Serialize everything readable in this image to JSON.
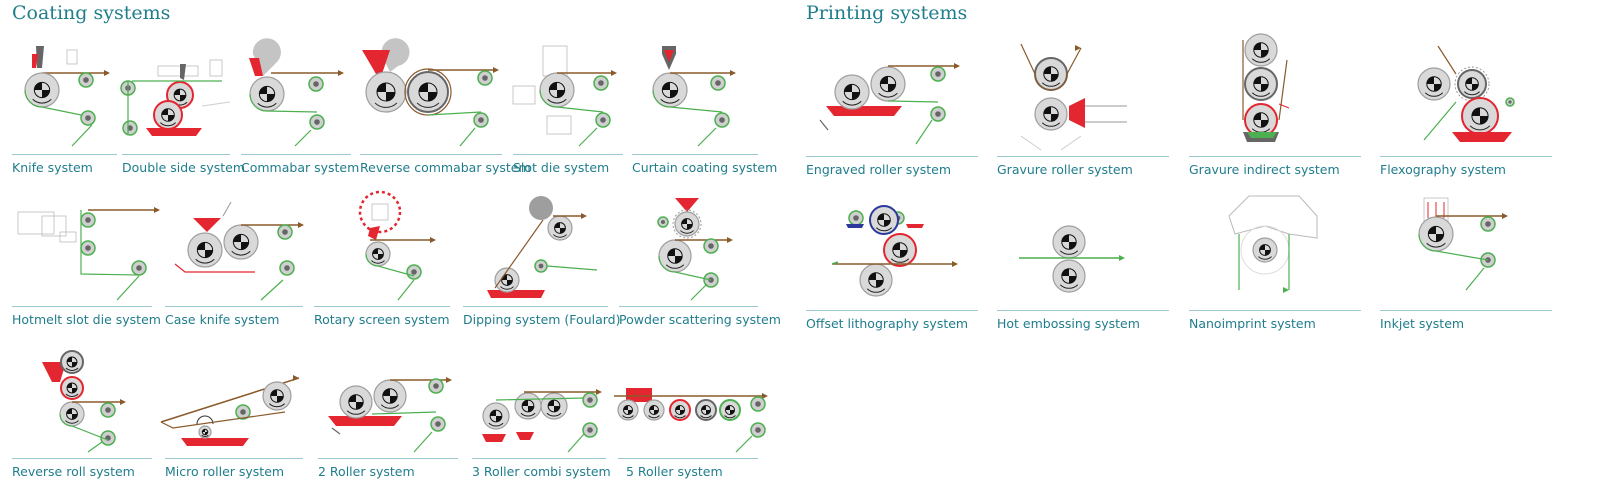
{
  "sections": [
    {
      "title": "Coating systems",
      "items": [
        {
          "label": "Knife system",
          "icon": "knife-system-icon",
          "kind": "knife"
        },
        {
          "label": "Double side system",
          "icon": "double-side-system-icon",
          "kind": "double"
        },
        {
          "label": "Commabar system",
          "icon": "commabar-system-icon",
          "kind": "comma"
        },
        {
          "label": "Reverse commabar system",
          "icon": "reverse-commabar-system-icon",
          "kind": "revcomma"
        },
        {
          "label": "Slot die system",
          "icon": "slot-die-system-icon",
          "kind": "slot"
        },
        {
          "label": "Curtain coating system",
          "icon": "curtain-coating-system-icon",
          "kind": "curtain"
        },
        {
          "label": "Hotmelt slot die system",
          "icon": "hotmelt-slot-die-system-icon",
          "kind": "hotmelt"
        },
        {
          "label": "Case knife system",
          "icon": "case-knife-system-icon",
          "kind": "caseknife"
        },
        {
          "label": "Rotary screen system",
          "icon": "rotary-screen-system-icon",
          "kind": "rotary"
        },
        {
          "label": "Dipping system (Foulard)",
          "icon": "dipping-system-icon",
          "kind": "dipping"
        },
        {
          "label": "Powder scattering system",
          "icon": "powder-scattering-system-icon",
          "kind": "powder"
        },
        {
          "label": "Reverse roll system",
          "icon": "reverse-roll-system-icon",
          "kind": "reverseroll"
        },
        {
          "label": "Micro roller system",
          "icon": "micro-roller-system-icon",
          "kind": "micro"
        },
        {
          "label": "2 Roller system",
          "icon": "two-roller-system-icon",
          "kind": "tworoller"
        },
        {
          "label": "3 Roller combi system",
          "icon": "three-roller-combi-system-icon",
          "kind": "threeroller"
        },
        {
          "label": "5 Roller system",
          "icon": "five-roller-system-icon",
          "kind": "fiveroller"
        }
      ]
    },
    {
      "title": "Printing systems",
      "items": [
        {
          "label": "Engraved roller system",
          "icon": "engraved-roller-system-icon",
          "kind": "engraved"
        },
        {
          "label": "Gravure roller system",
          "icon": "gravure-roller-system-icon",
          "kind": "gravure"
        },
        {
          "label": "Gravure indirect system",
          "icon": "gravure-indirect-system-icon",
          "kind": "gravureind"
        },
        {
          "label": "Flexography system",
          "icon": "flexography-system-icon",
          "kind": "flexo"
        },
        {
          "label": "Offset lithography system",
          "icon": "offset-lithography-system-icon",
          "kind": "offset"
        },
        {
          "label": "Hot embossing system",
          "icon": "hot-embossing-system-icon",
          "kind": "embossing"
        },
        {
          "label": "Nanoimprint system",
          "icon": "nanoimprint-system-icon",
          "kind": "nanoimprint"
        },
        {
          "label": "Inkjet system",
          "icon": "inkjet-system-icon",
          "kind": "inkjet"
        }
      ]
    }
  ],
  "colors": {
    "title": "#1f7d8c",
    "rule": "#9cc8cf",
    "web_green": "#4caf50",
    "web_brown": "#8a5a2b",
    "ink_red": "#e3262f",
    "roller_grey": "#bdbdbd",
    "roller_dark": "#666666",
    "ink_blue": "#2b3a9a"
  }
}
